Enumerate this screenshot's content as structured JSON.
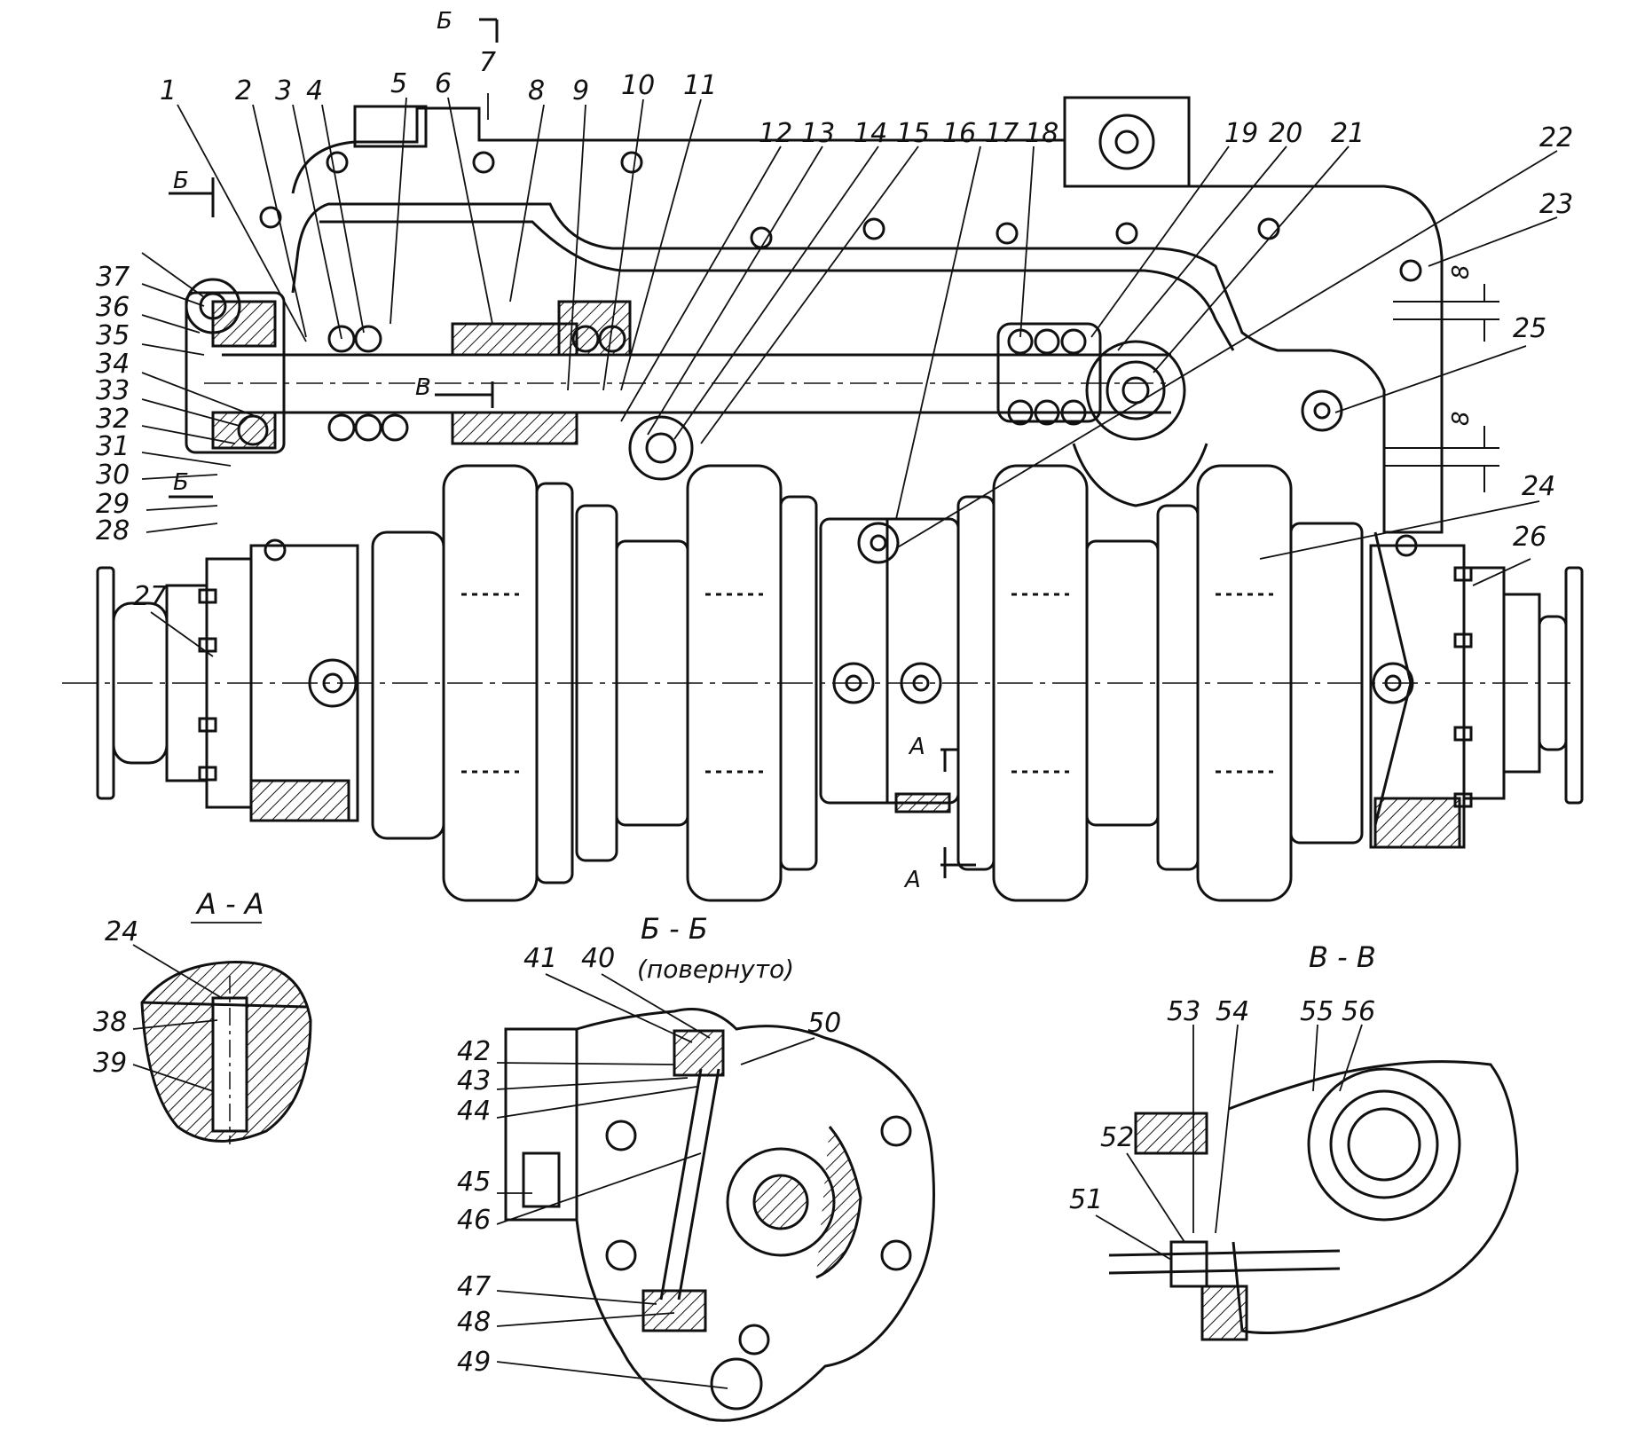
{
  "colors": {
    "ink": "#111111",
    "paper": "#ffffff"
  },
  "section_marks": {
    "B_top": "Б",
    "B_left_top": "Б",
    "B_left_bottom": "Б",
    "V": "В",
    "A_top": "А",
    "A_bottom": "А"
  },
  "dimensions": {
    "upper": "8",
    "lower": "8"
  },
  "section_views": {
    "aa": {
      "title": "А - А"
    },
    "bb": {
      "title": "Б - Б",
      "subtitle": "(повернуто)"
    },
    "vv": {
      "title": "В - В"
    }
  },
  "callouts_main": [
    "1",
    "2",
    "3",
    "4",
    "5",
    "6",
    "7",
    "8",
    "9",
    "10",
    "11",
    "12",
    "13",
    "14",
    "15",
    "16",
    "17",
    "18",
    "19",
    "20",
    "21",
    "22",
    "23",
    "24",
    "25",
    "26",
    "27",
    "28",
    "29",
    "30",
    "31",
    "32",
    "33",
    "34",
    "35",
    "36",
    "37"
  ],
  "callouts_aa": [
    "24",
    "38",
    "39"
  ],
  "callouts_bb": [
    "40",
    "41",
    "42",
    "43",
    "44",
    "45",
    "46",
    "47",
    "48",
    "49",
    "50"
  ],
  "callouts_vv": [
    "51",
    "52",
    "53",
    "54",
    "55",
    "56"
  ]
}
